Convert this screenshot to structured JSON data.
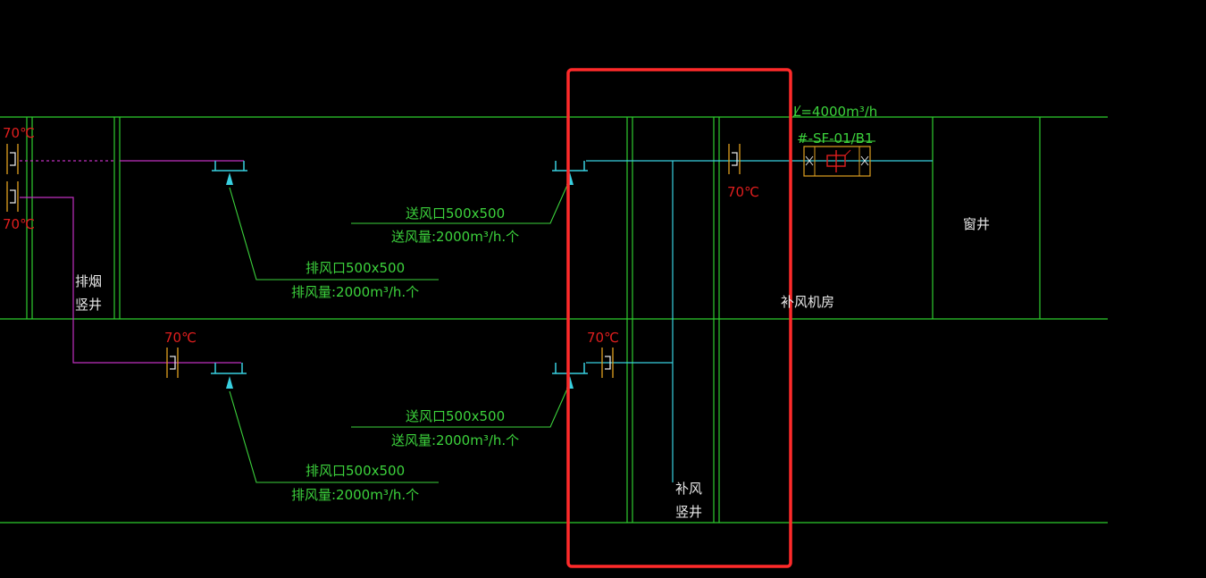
{
  "colors": {
    "background": "#000000",
    "wall": "#2ecc2e",
    "duct_cyan": "#38d0e0",
    "smoke_pipe": "#c030c0",
    "label_green": "#3cd23c",
    "damper_red": "#e01e1e",
    "highlight": "#ff2a2a",
    "white_text": "#e8e8e8"
  },
  "labels": {
    "damper_temp": "70℃",
    "smoke_shaft_line1": "排烟",
    "smoke_shaft_line2": "竖井",
    "makeup_shaft_line1": "补风",
    "makeup_shaft_line2": "竖井",
    "makeup_room": "补风机房",
    "window_well": "窗井",
    "fan_airflow": "L=4000m³/h",
    "fan_id": "#-SF-01/B1",
    "supply_outlet": "送风口500x500",
    "supply_volume": "送风量:2000m³/h.个",
    "exhaust_outlet": "排风口500x500",
    "exhaust_volume": "排风量:2000m³/h.个"
  }
}
